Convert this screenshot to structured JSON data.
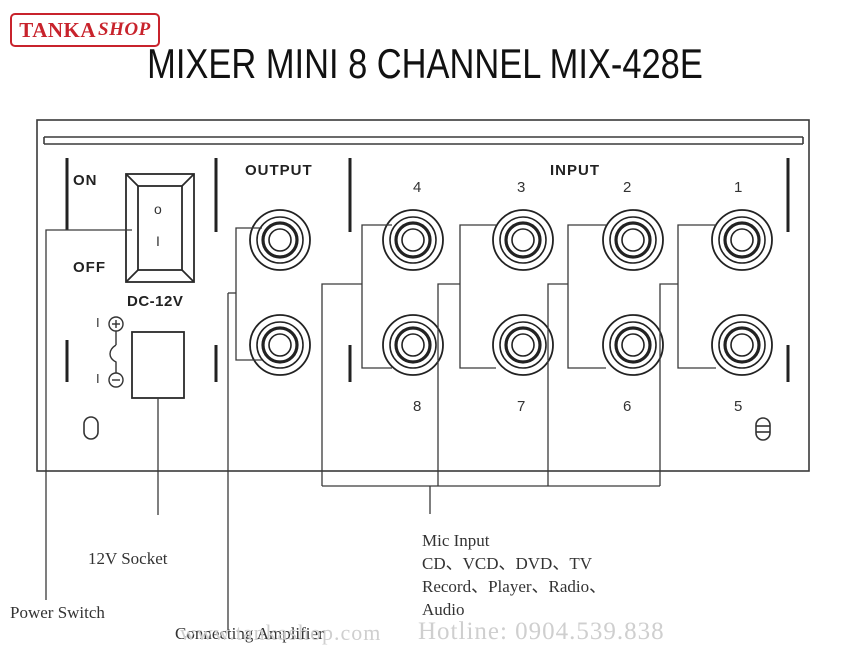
{
  "logo": {
    "word1": "TANKA",
    "word2": "SHOP"
  },
  "title": "MIXER MINI 8 CHANNEL MIX-428E",
  "panel": {
    "on": "ON",
    "off": "OFF",
    "switch_on_mark": "o",
    "switch_off_mark": "I",
    "dc_label": "DC-12V",
    "output_label": "OUTPUT",
    "input_label": "INPUT",
    "top_numbers": [
      "4",
      "3",
      "2",
      "1"
    ],
    "bottom_numbers": [
      "8",
      "7",
      "6",
      "5"
    ],
    "polarity_top": "I",
    "polarity_bottom": "I"
  },
  "callouts": {
    "socket": "12V Socket",
    "power_switch": "Power Switch",
    "amplifier": "Connecting Amplifier",
    "mic_lines": [
      "Mic Input",
      "CD、VCD、DVD、TV",
      "Record、Player、Radio、",
      "Audio"
    ]
  },
  "watermark": {
    "site": "www.tankashop.com",
    "hotline": "Hotline: 0904.539.838"
  }
}
